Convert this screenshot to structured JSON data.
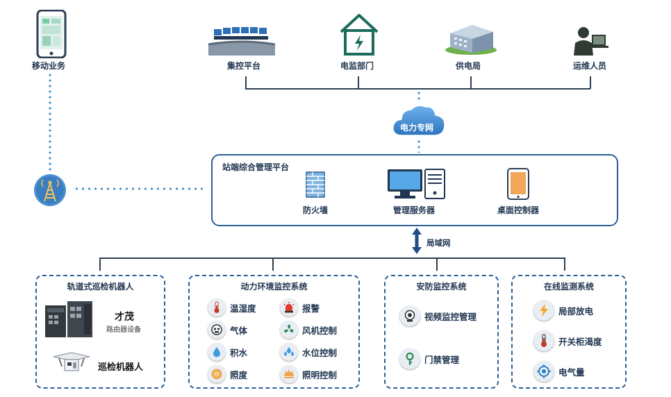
{
  "top": {
    "mobile": "移动业务",
    "nodes": [
      "集控平台",
      "电监部门",
      "供电局",
      "运维人员"
    ]
  },
  "cloud_label": "电力专网",
  "station": {
    "title": "站端综合管理平台",
    "items": [
      "防火墙",
      "管理服务器",
      "桌面控制器"
    ]
  },
  "lan_label": "局域网",
  "panels": {
    "robot": {
      "title": "轨道式巡检机器人",
      "brand": "才茂",
      "brand_sub": "路由器设备",
      "robot": "巡检机器人"
    },
    "env": {
      "title": "动力环境监控系统",
      "left": [
        "温湿度",
        "气体",
        "积水",
        "照度"
      ],
      "right": [
        "报警",
        "风机控制",
        "水位控制",
        "照明控制"
      ]
    },
    "security": {
      "title": "安防监控系统",
      "items": [
        "视频监控管理",
        "门禁管理"
      ]
    },
    "online": {
      "title": "在线监测系统",
      "items": [
        "局部放电",
        "开关柜渴度",
        "电气量"
      ]
    }
  },
  "colors": {
    "accent": "#2a5f96",
    "dots": "#3c8bc4",
    "text": "#1f3550",
    "cloud": "#4a8fd0"
  },
  "icons": [
    "phone-icon",
    "control-center-icon",
    "power-house-icon",
    "building-icon",
    "worker-icon",
    "cloud-icon",
    "antenna-icon",
    "firewall-icon",
    "server-icon",
    "tablet-icon",
    "thermometer-icon",
    "alarm-icon",
    "gas-icon",
    "fan-icon",
    "water-drop-icon",
    "water-level-icon",
    "light-icon",
    "lighting-control-icon",
    "camera-icon",
    "key-icon",
    "lightning-icon",
    "temperature-icon",
    "target-icon",
    "router-icon",
    "robot-icon"
  ]
}
